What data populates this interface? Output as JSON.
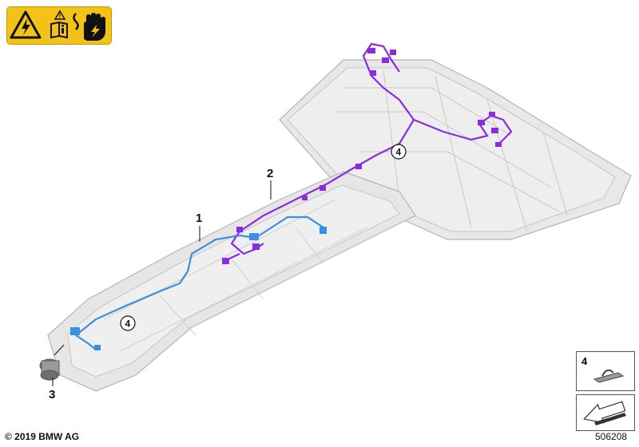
{
  "callouts": {
    "part1": "1",
    "part2": "2",
    "part3": "3",
    "clip_upper": "4",
    "clip_lower": "4"
  },
  "legend": {
    "clip_number": "4"
  },
  "footer": {
    "copyright": "© 2019 BMW AG",
    "image_number": "506208"
  },
  "warning_icons": [
    "high-voltage-warning-icon",
    "read-manual-icon",
    "no-touch-hand-icon"
  ],
  "colors": {
    "harness_blue": "#3a8fe0",
    "harness_purple": "#8a2be2",
    "warning_yellow": "#f2c218",
    "tray_gray": "#e6e6e6"
  }
}
